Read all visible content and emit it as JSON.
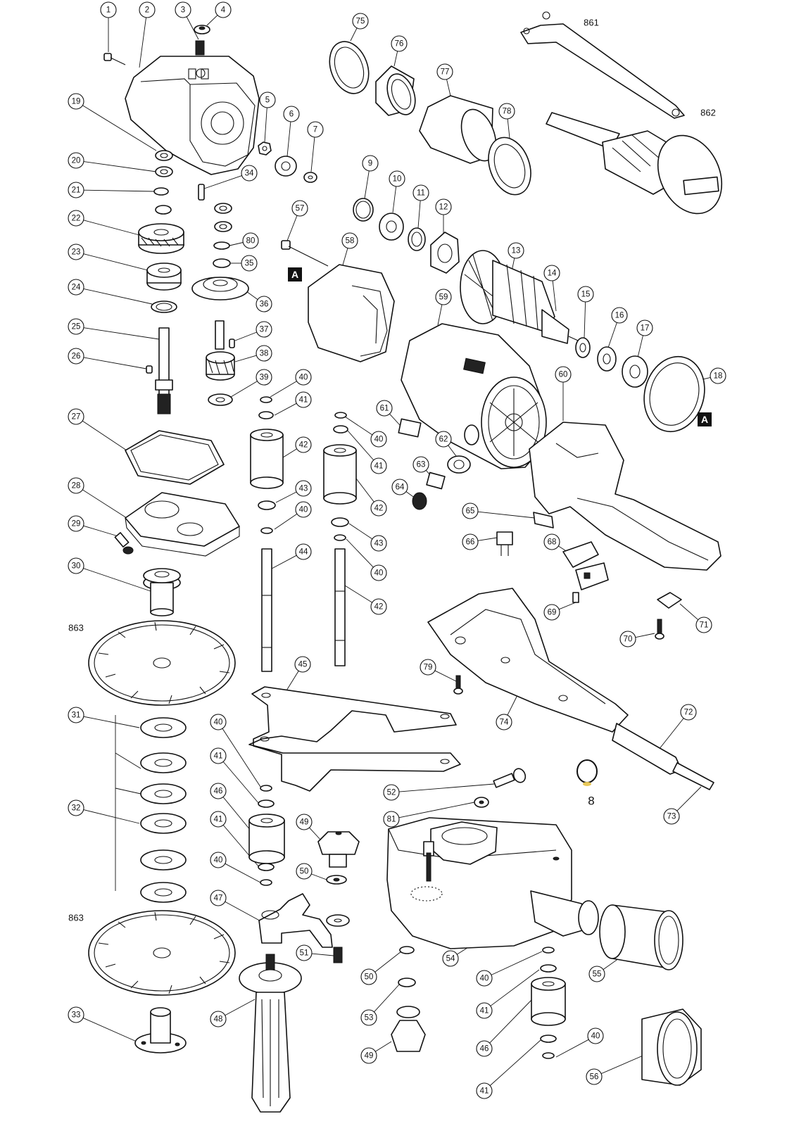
{
  "title": "",
  "reference_marker": "A",
  "ring_color": "#e8c85a",
  "callouts": [
    {
      "id": "c1",
      "text": "1"
    },
    {
      "id": "c2",
      "text": "2"
    },
    {
      "id": "c3",
      "text": "3"
    },
    {
      "id": "c4",
      "text": "4"
    },
    {
      "id": "c5",
      "text": "5"
    },
    {
      "id": "c6",
      "text": "6"
    },
    {
      "id": "c7",
      "text": "7"
    },
    {
      "id": "c9",
      "text": "9"
    },
    {
      "id": "c10",
      "text": "10"
    },
    {
      "id": "c11",
      "text": "11"
    },
    {
      "id": "c12",
      "text": "12"
    },
    {
      "id": "c13",
      "text": "13"
    },
    {
      "id": "c14",
      "text": "14"
    },
    {
      "id": "c15",
      "text": "15"
    },
    {
      "id": "c16",
      "text": "16"
    },
    {
      "id": "c17",
      "text": "17"
    },
    {
      "id": "c18",
      "text": "18"
    },
    {
      "id": "c19a",
      "text": "19"
    },
    {
      "id": "c19b",
      "text": "19"
    },
    {
      "id": "c20",
      "text": "20"
    },
    {
      "id": "c21",
      "text": "21"
    },
    {
      "id": "c22",
      "text": "22"
    },
    {
      "id": "c23",
      "text": "23"
    },
    {
      "id": "c24",
      "text": "24"
    },
    {
      "id": "c25",
      "text": "25"
    },
    {
      "id": "c26",
      "text": "26"
    },
    {
      "id": "c27",
      "text": "27"
    },
    {
      "id": "c28",
      "text": "28"
    },
    {
      "id": "c29",
      "text": "29"
    },
    {
      "id": "c30",
      "text": "30"
    },
    {
      "id": "c31",
      "text": "31"
    },
    {
      "id": "c32",
      "text": "32"
    },
    {
      "id": "c33",
      "text": "33"
    },
    {
      "id": "c34",
      "text": "34"
    },
    {
      "id": "c35",
      "text": "35"
    },
    {
      "id": "c36",
      "text": "36"
    },
    {
      "id": "c37",
      "text": "37"
    },
    {
      "id": "c38",
      "text": "38"
    },
    {
      "id": "c39",
      "text": "39"
    },
    {
      "id": "c40a",
      "text": "40"
    },
    {
      "id": "c41a",
      "text": "41"
    },
    {
      "id": "c42a",
      "text": "42"
    },
    {
      "id": "c43a",
      "text": "43"
    },
    {
      "id": "c40b",
      "text": "40"
    },
    {
      "id": "c44",
      "text": "44"
    },
    {
      "id": "c40c",
      "text": "40"
    },
    {
      "id": "c41b",
      "text": "41"
    },
    {
      "id": "c42b",
      "text": "42"
    },
    {
      "id": "c43b",
      "text": "43"
    },
    {
      "id": "c40d",
      "text": "40"
    },
    {
      "id": "c42c",
      "text": "42"
    },
    {
      "id": "c45",
      "text": "45"
    },
    {
      "id": "c40e",
      "text": "40"
    },
    {
      "id": "c41c",
      "text": "41"
    },
    {
      "id": "c46a",
      "text": "46"
    },
    {
      "id": "c41d",
      "text": "41"
    },
    {
      "id": "c40f",
      "text": "40"
    },
    {
      "id": "c47",
      "text": "47"
    },
    {
      "id": "c48",
      "text": "48"
    },
    {
      "id": "c49a",
      "text": "49"
    },
    {
      "id": "c50a",
      "text": "50"
    },
    {
      "id": "c51",
      "text": "51"
    },
    {
      "id": "c52",
      "text": "52"
    },
    {
      "id": "c81",
      "text": "81"
    },
    {
      "id": "c54",
      "text": "54"
    },
    {
      "id": "c55",
      "text": "55"
    },
    {
      "id": "c50b",
      "text": "50"
    },
    {
      "id": "c53",
      "text": "53"
    },
    {
      "id": "c49b",
      "text": "49"
    },
    {
      "id": "c40g",
      "text": "40"
    },
    {
      "id": "c41e",
      "text": "41"
    },
    {
      "id": "c46b",
      "text": "46"
    },
    {
      "id": "c41f",
      "text": "41"
    },
    {
      "id": "c40h",
      "text": "40"
    },
    {
      "id": "c56",
      "text": "56"
    },
    {
      "id": "c57",
      "text": "57"
    },
    {
      "id": "c58",
      "text": "58"
    },
    {
      "id": "c59",
      "text": "59"
    },
    {
      "id": "c60",
      "text": "60"
    },
    {
      "id": "c61",
      "text": "61"
    },
    {
      "id": "c62",
      "text": "62"
    },
    {
      "id": "c63",
      "text": "63"
    },
    {
      "id": "c64",
      "text": "64"
    },
    {
      "id": "c65",
      "text": "65"
    },
    {
      "id": "c66",
      "text": "66"
    },
    {
      "id": "c68",
      "text": "68"
    },
    {
      "id": "c69",
      "text": "69"
    },
    {
      "id": "c70",
      "text": "70"
    },
    {
      "id": "c71",
      "text": "71"
    },
    {
      "id": "c72",
      "text": "72"
    },
    {
      "id": "c73",
      "text": "73"
    },
    {
      "id": "c74",
      "text": "74"
    },
    {
      "id": "c75",
      "text": "75"
    },
    {
      "id": "c76",
      "text": "76"
    },
    {
      "id": "c77",
      "text": "77"
    },
    {
      "id": "c78",
      "text": "78"
    },
    {
      "id": "c79",
      "text": "79"
    },
    {
      "id": "c80",
      "text": "80"
    }
  ],
  "plain_labels": [
    {
      "id": "l861",
      "text": "861"
    },
    {
      "id": "l862",
      "text": "862"
    },
    {
      "id": "l863a",
      "text": "863"
    },
    {
      "id": "l863b",
      "text": "863"
    },
    {
      "id": "l8",
      "text": "8"
    }
  ]
}
